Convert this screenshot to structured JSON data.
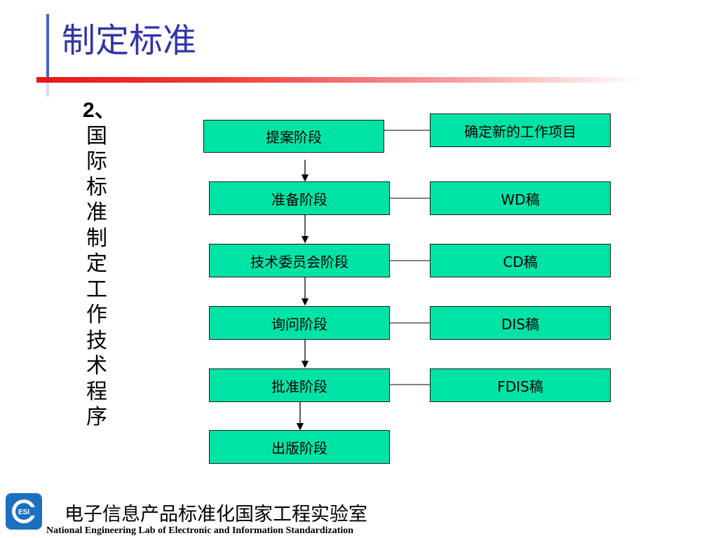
{
  "title": "制定标准",
  "side_heading": {
    "number": "2、",
    "chars": [
      "国",
      "际",
      "标",
      "准",
      "制",
      "定",
      "工",
      "作",
      "技",
      "术",
      "程",
      "序"
    ]
  },
  "stages": [
    {
      "stage": "提案阶段",
      "output": "确定新的工作项目"
    },
    {
      "stage": "准备阶段",
      "output": "WD稿"
    },
    {
      "stage": "技术委员会阶段",
      "output": "CD稿"
    },
    {
      "stage": "询问阶段",
      "output": "DIS稿"
    },
    {
      "stage": "批准阶段",
      "output": "FDIS稿"
    },
    {
      "stage": "出版阶段"
    }
  ],
  "footer": {
    "logo_text": "ESI",
    "cn": "电子信息产品标准化国家工程实验室",
    "en": "National Engineering Lab of Electronic and Information Standardization"
  },
  "colors": {
    "title": "#3333a8",
    "box_fill": "#00e3a6",
    "accent_red": "#e8141b",
    "accent_blue": "#4a62c2"
  }
}
